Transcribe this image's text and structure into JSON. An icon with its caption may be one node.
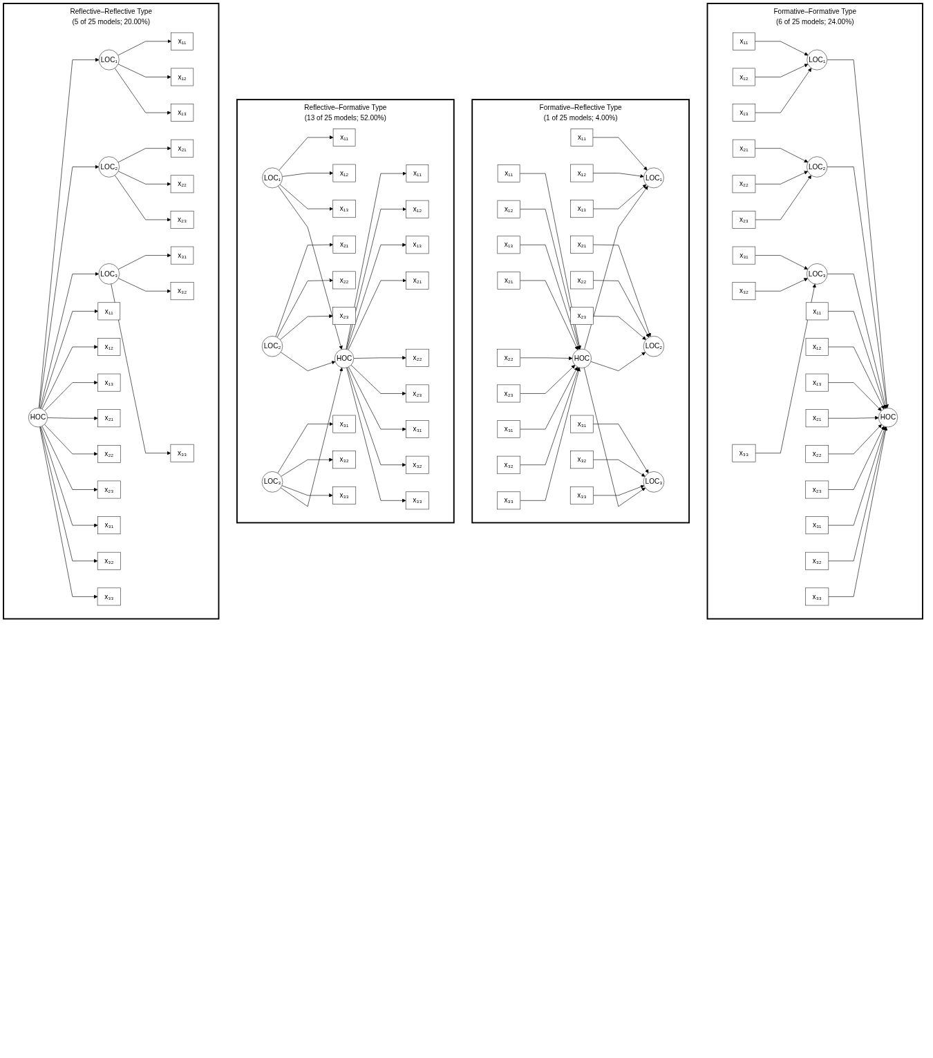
{
  "diagram": {
    "nodes": [
      {
        "text": [
          "Reflective–Reflective Type",
          "(5 of 25 models; 20.00%)"
        ]
      },
      {
        "text": [
          "x₁₁"
        ],
        "in": 0
      },
      {
        "text": [
          "x₁₂"
        ],
        "in": 0
      },
      {
        "text": [
          "x₁₃"
        ],
        "in": 0
      },
      {
        "text": [
          "x₂₁"
        ],
        "in": 0
      },
      {
        "text": [
          "x₂₂"
        ],
        "in": 0
      },
      {
        "text": [
          "x₂₃"
        ],
        "in": 0
      },
      {
        "text": [
          "x₃₁"
        ],
        "in": 0
      },
      {
        "text": [
          "x₃₂"
        ],
        "in": 0
      },
      {
        "text": [
          "x₃₃"
        ],
        "in": 0
      },
      {
        "text": [
          "LOC₁"
        ],
        "in": 0
      },
      {
        "text": [
          "LOC₂"
        ],
        "in": 0
      },
      {
        "text": [
          "LOC₃"
        ],
        "in": 0
      },
      {
        "text": [
          "HOC"
        ],
        "in": 0
      },
      {
        "text": [
          "x₁₁"
        ],
        "in": 0
      },
      {
        "text": [
          "x₁₂"
        ],
        "in": 0
      },
      {
        "text": [
          "x₁₃"
        ],
        "in": 0
      },
      {
        "text": [
          "x₂₁"
        ],
        "in": 0
      },
      {
        "text": [
          "x₂₂"
        ],
        "in": 0
      },
      {
        "text": [
          "x₂₃"
        ],
        "in": 0
      },
      {
        "text": [
          "x₃₁"
        ],
        "in": 0
      },
      {
        "text": [
          "x₃₂"
        ],
        "in": 0
      },
      {
        "text": [
          "x₃₃"
        ],
        "in": 0
      },
      {
        "text": [
          "Reflective–Formative Type",
          "(13 of 25 models; 52.00%)"
        ]
      },
      {
        "text": [
          "x₁₁"
        ],
        "in": 23
      },
      {
        "text": [
          "x₁₂"
        ],
        "in": 23
      },
      {
        "text": [
          "x₁₃"
        ],
        "in": 23
      },
      {
        "text": [
          "x₂₁"
        ],
        "in": 23
      },
      {
        "text": [
          "x₂₂"
        ],
        "in": 23
      },
      {
        "text": [
          "x₂₃"
        ],
        "in": 23
      },
      {
        "text": [
          "x₃₁"
        ],
        "in": 23
      },
      {
        "text": [
          "x₃₂"
        ],
        "in": 23
      },
      {
        "text": [
          "x₃₃"
        ],
        "in": 23
      },
      {
        "text": [
          "LOC₁"
        ],
        "in": 23
      },
      {
        "text": [
          "LOC₂"
        ],
        "in": 23
      },
      {
        "text": [
          "LOC₃"
        ],
        "in": 23
      },
      {
        "text": [
          "HOC"
        ],
        "in": 23
      },
      {
        "text": [
          "x₁₁"
        ],
        "in": 23
      },
      {
        "text": [
          "x₁₂"
        ],
        "in": 23
      },
      {
        "text": [
          "x₁₃"
        ],
        "in": 23
      },
      {
        "text": [
          "x₂₁"
        ],
        "in": 23
      },
      {
        "text": [
          "x₂₂"
        ],
        "in": 23
      },
      {
        "text": [
          "x₂₃"
        ],
        "in": 23
      },
      {
        "text": [
          "x₃₁"
        ],
        "in": 23
      },
      {
        "text": [
          "x₃₂"
        ],
        "in": 23
      },
      {
        "text": [
          "x₃₃"
        ],
        "in": 23
      },
      {
        "text": [
          "Formative–Reflective Type",
          "(1 of 25 models; 4.00%)"
        ]
      },
      {
        "text": [
          "x₁₁"
        ],
        "in": 46
      },
      {
        "text": [
          "x₁₂"
        ],
        "in": 46
      },
      {
        "text": [
          "x₁₃"
        ],
        "in": 46
      },
      {
        "text": [
          "x₂₁"
        ],
        "in": 46
      },
      {
        "text": [
          "x₂₂"
        ],
        "in": 46
      },
      {
        "text": [
          "x₂₃"
        ],
        "in": 46
      },
      {
        "text": [
          "x₃₁"
        ],
        "in": 46
      },
      {
        "text": [
          "x₃₂"
        ],
        "in": 46
      },
      {
        "text": [
          "x₃₃"
        ],
        "in": 46
      },
      {
        "text": [
          "LOC₁"
        ],
        "in": 46
      },
      {
        "text": [
          "LOC₂"
        ],
        "in": 46
      },
      {
        "text": [
          "LOC₃"
        ],
        "in": 46
      },
      {
        "text": [
          "HOC"
        ],
        "in": 46
      },
      {
        "text": [
          "x₁₁"
        ],
        "in": 46
      },
      {
        "text": [
          "x₁₂"
        ],
        "in": 46
      },
      {
        "text": [
          "x₁₃"
        ],
        "in": 46
      },
      {
        "text": [
          "x₂₁"
        ],
        "in": 46
      },
      {
        "text": [
          "x₂₂"
        ],
        "in": 46
      },
      {
        "text": [
          "x₂₃"
        ],
        "in": 46
      },
      {
        "text": [
          "x₃₁"
        ],
        "in": 46
      },
      {
        "text": [
          "x₃₂"
        ],
        "in": 46
      },
      {
        "text": [
          "x₃₃"
        ],
        "in": 46
      },
      {
        "text": [
          "Formative–Formative Type",
          "(6 of 25 models; 24.00%)"
        ]
      },
      {
        "text": [
          "x₁₁"
        ],
        "in": 69
      },
      {
        "text": [
          "x₁₂"
        ],
        "in": 69
      },
      {
        "text": [
          "x₁₃"
        ],
        "in": 69
      },
      {
        "text": [
          "x₂₁"
        ],
        "in": 69
      },
      {
        "text": [
          "x₂₂"
        ],
        "in": 69
      },
      {
        "text": [
          "x₂₃"
        ],
        "in": 69
      },
      {
        "text": [
          "x₃₁"
        ],
        "in": 69
      },
      {
        "text": [
          "x₃₂"
        ],
        "in": 69
      },
      {
        "text": [
          "x₃₃"
        ],
        "in": 69
      },
      {
        "text": [
          "LOC₁"
        ],
        "in": 69
      },
      {
        "text": [
          "LOC₂"
        ],
        "in": 69
      },
      {
        "text": [
          "LOC₃"
        ],
        "in": 69
      },
      {
        "text": [
          "HOC"
        ],
        "in": 69
      },
      {
        "text": [
          "x₁₁"
        ],
        "in": 69
      },
      {
        "text": [
          "x₁₂"
        ],
        "in": 69
      },
      {
        "text": [
          "x₁₃"
        ],
        "in": 69
      },
      {
        "text": [
          "x₂₁"
        ],
        "in": 69
      },
      {
        "text": [
          "x₂₂"
        ],
        "in": 69
      },
      {
        "text": [
          "x₂₃"
        ],
        "in": 69
      },
      {
        "text": [
          "x₃₁"
        ],
        "in": 69
      },
      {
        "text": [
          "x₃₂"
        ],
        "in": 69
      },
      {
        "text": [
          "x₃₃"
        ],
        "in": 69
      }
    ],
    "edges": [
      {
        "from": 10,
        "to": 1,
        "arrow": "to"
      },
      {
        "from": 10,
        "to": 2,
        "arrow": "to"
      },
      {
        "from": 10,
        "to": 3,
        "arrow": "to"
      },
      {
        "from": 11,
        "to": 4,
        "arrow": "to"
      },
      {
        "from": 11,
        "to": 5,
        "arrow": "to"
      },
      {
        "from": 11,
        "to": 6,
        "arrow": "to"
      },
      {
        "from": 12,
        "to": 7,
        "arrow": "to"
      },
      {
        "from": 12,
        "to": 8,
        "arrow": "to"
      },
      {
        "from": 12,
        "to": 9,
        "arrow": "to"
      },
      {
        "from": 13,
        "to": 10,
        "arrow": "to"
      },
      {
        "from": 13,
        "to": 11,
        "arrow": "to"
      },
      {
        "from": 13,
        "to": 12,
        "arrow": "to"
      },
      {
        "from": 13,
        "to": 14,
        "arrow": "to"
      },
      {
        "from": 13,
        "to": 15,
        "arrow": "to"
      },
      {
        "from": 13,
        "to": 16,
        "arrow": "to"
      },
      {
        "from": 13,
        "to": 17,
        "arrow": "to"
      },
      {
        "from": 13,
        "to": 18,
        "arrow": "to"
      },
      {
        "from": 13,
        "to": 19,
        "arrow": "to"
      },
      {
        "from": 13,
        "to": 20,
        "arrow": "to"
      },
      {
        "from": 13,
        "to": 21,
        "arrow": "to"
      },
      {
        "from": 13,
        "to": 22,
        "arrow": "to"
      },
      {
        "from": 33,
        "to": 24,
        "arrow": "to"
      },
      {
        "from": 33,
        "to": 25,
        "arrow": "to"
      },
      {
        "from": 33,
        "to": 26,
        "arrow": "to"
      },
      {
        "from": 34,
        "to": 27,
        "arrow": "to"
      },
      {
        "from": 34,
        "to": 28,
        "arrow": "to"
      },
      {
        "from": 34,
        "to": 29,
        "arrow": "to"
      },
      {
        "from": 35,
        "to": 30,
        "arrow": "to"
      },
      {
        "from": 35,
        "to": 31,
        "arrow": "to"
      },
      {
        "from": 35,
        "to": 32,
        "arrow": "to"
      },
      {
        "from": 33,
        "to": 36,
        "arrow": "to"
      },
      {
        "from": 34,
        "to": 36,
        "arrow": "to"
      },
      {
        "from": 35,
        "to": 36,
        "arrow": "to"
      },
      {
        "from": 36,
        "to": 37,
        "arrow": "to"
      },
      {
        "from": 36,
        "to": 38,
        "arrow": "to"
      },
      {
        "from": 36,
        "to": 39,
        "arrow": "to"
      },
      {
        "from": 36,
        "to": 40,
        "arrow": "to"
      },
      {
        "from": 36,
        "to": 41,
        "arrow": "to"
      },
      {
        "from": 36,
        "to": 42,
        "arrow": "to"
      },
      {
        "from": 36,
        "to": 43,
        "arrow": "to"
      },
      {
        "from": 36,
        "to": 44,
        "arrow": "to"
      },
      {
        "from": 36,
        "to": 45,
        "arrow": "to"
      },
      {
        "from": 47,
        "to": 56,
        "arrow": "to"
      },
      {
        "from": 48,
        "to": 56,
        "arrow": "to"
      },
      {
        "from": 49,
        "to": 56,
        "arrow": "to"
      },
      {
        "from": 50,
        "to": 57,
        "arrow": "to"
      },
      {
        "from": 51,
        "to": 57,
        "arrow": "to"
      },
      {
        "from": 52,
        "to": 57,
        "arrow": "to"
      },
      {
        "from": 53,
        "to": 58,
        "arrow": "to"
      },
      {
        "from": 54,
        "to": 58,
        "arrow": "to"
      },
      {
        "from": 55,
        "to": 58,
        "arrow": "to"
      },
      {
        "from": 59,
        "to": 56,
        "arrow": "to"
      },
      {
        "from": 59,
        "to": 57,
        "arrow": "to"
      },
      {
        "from": 59,
        "to": 58,
        "arrow": "to"
      },
      {
        "from": 60,
        "to": 59,
        "arrow": "to"
      },
      {
        "from": 61,
        "to": 59,
        "arrow": "to"
      },
      {
        "from": 62,
        "to": 59,
        "arrow": "to"
      },
      {
        "from": 63,
        "to": 59,
        "arrow": "to"
      },
      {
        "from": 64,
        "to": 59,
        "arrow": "to"
      },
      {
        "from": 65,
        "to": 59,
        "arrow": "to"
      },
      {
        "from": 66,
        "to": 59,
        "arrow": "to"
      },
      {
        "from": 67,
        "to": 59,
        "arrow": "to"
      },
      {
        "from": 68,
        "to": 59,
        "arrow": "to"
      },
      {
        "from": 70,
        "to": 79,
        "arrow": "to"
      },
      {
        "from": 71,
        "to": 79,
        "arrow": "to"
      },
      {
        "from": 72,
        "to": 79,
        "arrow": "to"
      },
      {
        "from": 73,
        "to": 80,
        "arrow": "to"
      },
      {
        "from": 74,
        "to": 80,
        "arrow": "to"
      },
      {
        "from": 75,
        "to": 80,
        "arrow": "to"
      },
      {
        "from": 76,
        "to": 81,
        "arrow": "to"
      },
      {
        "from": 77,
        "to": 81,
        "arrow": "to"
      },
      {
        "from": 78,
        "to": 81,
        "arrow": "to"
      },
      {
        "from": 79,
        "to": 82,
        "arrow": "to"
      },
      {
        "from": 80,
        "to": 82,
        "arrow": "to"
      },
      {
        "from": 81,
        "to": 82,
        "arrow": "to"
      },
      {
        "from": 83,
        "to": 82,
        "arrow": "to"
      },
      {
        "from": 84,
        "to": 82,
        "arrow": "to"
      },
      {
        "from": 85,
        "to": 82,
        "arrow": "to"
      },
      {
        "from": 86,
        "to": 82,
        "arrow": "to"
      },
      {
        "from": 87,
        "to": 82,
        "arrow": "to"
      },
      {
        "from": 88,
        "to": 82,
        "arrow": "to"
      },
      {
        "from": 89,
        "to": 82,
        "arrow": "to"
      },
      {
        "from": 90,
        "to": 82,
        "arrow": "to"
      },
      {
        "from": 91,
        "to": 82,
        "arrow": "to"
      }
    ]
  }
}
